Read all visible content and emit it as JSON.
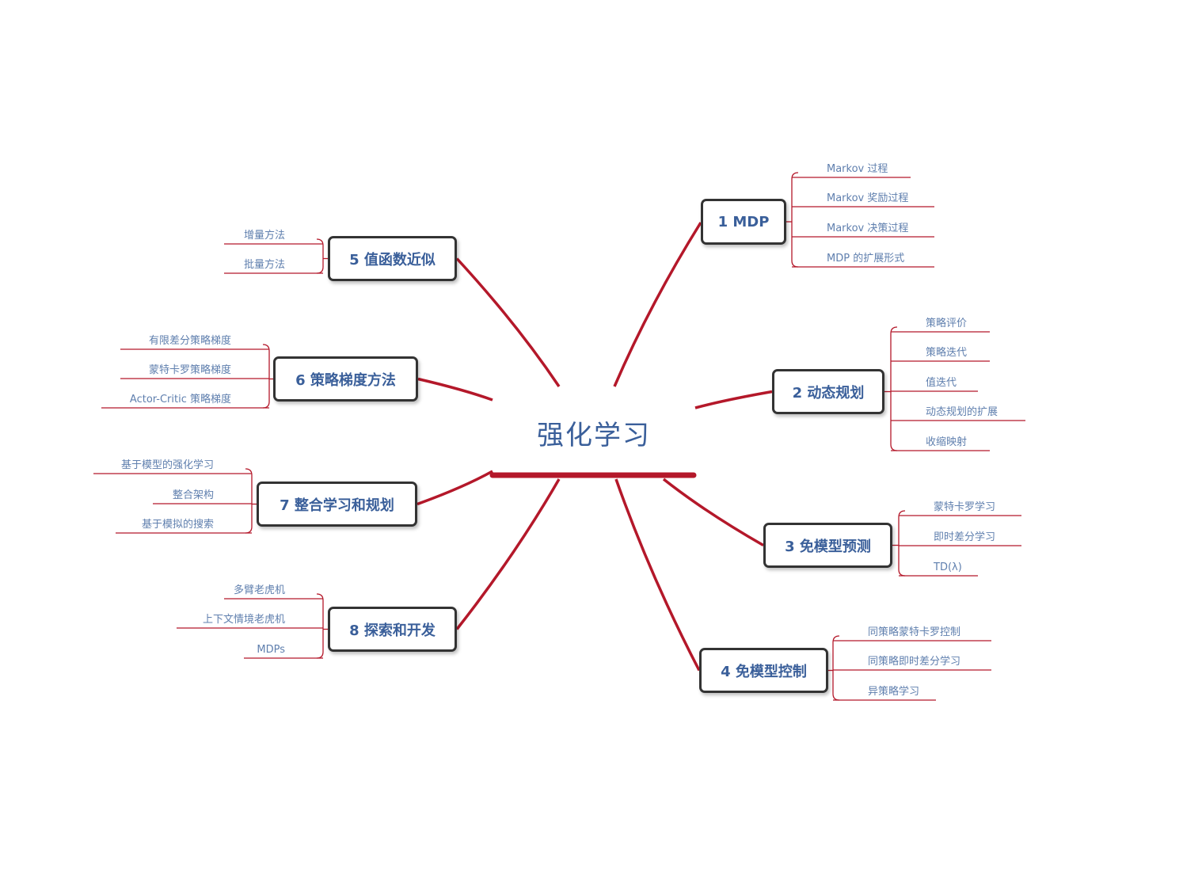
{
  "center": "强化学习",
  "colors": {
    "branch": "#b4182a",
    "text": "#3a5f9a",
    "border": "#333333"
  },
  "topics": [
    {
      "label": "1 MDP",
      "children": [
        "Markov 过程",
        "Markov 奖励过程",
        "Markov 决策过程",
        "MDP 的扩展形式"
      ]
    },
    {
      "label": "2 动态规划",
      "children": [
        "策略评价",
        "策略迭代",
        "值迭代",
        "动态规划的扩展",
        "收缩映射"
      ]
    },
    {
      "label": "3 免模型预测",
      "children": [
        "蒙特卡罗学习",
        "即时差分学习",
        "TD(λ)"
      ]
    },
    {
      "label": "4 免模型控制",
      "children": [
        "同策略蒙特卡罗控制",
        "同策略即时差分学习",
        "异策略学习"
      ]
    },
    {
      "label": "5 值函数近似",
      "children": [
        "增量方法",
        "批量方法"
      ]
    },
    {
      "label": "6 策略梯度方法",
      "children": [
        "有限差分策略梯度",
        "蒙特卡罗策略梯度",
        "Actor-Critic 策略梯度"
      ]
    },
    {
      "label": "7 整合学习和规划",
      "children": [
        "基于模型的强化学习",
        "整合架构",
        "基于模拟的搜索"
      ]
    },
    {
      "label": "8 探索和开发",
      "children": [
        "多臂老虎机",
        "上下文情境老虎机",
        "MDPs"
      ]
    }
  ]
}
